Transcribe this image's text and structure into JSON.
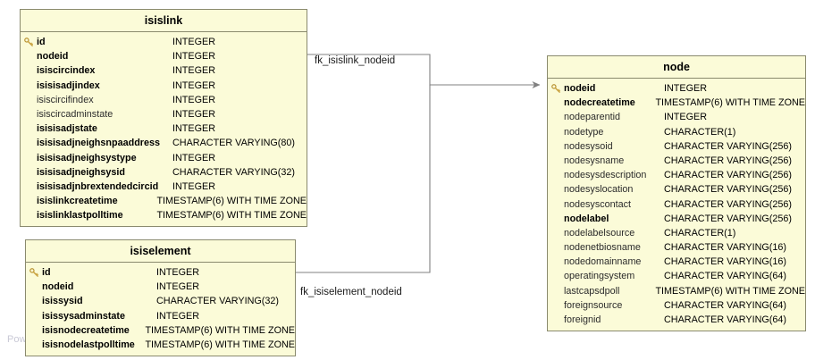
{
  "diagram": {
    "type": "er-diagram",
    "watermark": "Pow",
    "background_color": "#ffffff",
    "table_fill_color": "#fbfbd8",
    "table_border_color": "#8a8a6e",
    "connector_color": "#808080",
    "key_icon_color": "#c8a03c"
  },
  "tables": [
    {
      "id": "isislink",
      "name": "isislink",
      "columns": [
        {
          "key": true,
          "name": "id",
          "type": "INTEGER",
          "notnull": true
        },
        {
          "key": false,
          "name": "nodeid",
          "type": "INTEGER",
          "notnull": true
        },
        {
          "key": false,
          "name": "isiscircindex",
          "type": "INTEGER",
          "notnull": true
        },
        {
          "key": false,
          "name": "isisisadjindex",
          "type": "INTEGER",
          "notnull": true
        },
        {
          "key": false,
          "name": "isiscircifindex",
          "type": "INTEGER",
          "notnull": false
        },
        {
          "key": false,
          "name": "isiscircadminstate",
          "type": "INTEGER",
          "notnull": false
        },
        {
          "key": false,
          "name": "isisisadjstate",
          "type": "INTEGER",
          "notnull": true
        },
        {
          "key": false,
          "name": "isisisadjneighsnpaaddress",
          "type": "CHARACTER VARYING(80)",
          "notnull": true
        },
        {
          "key": false,
          "name": "isisisadjneighsystype",
          "type": "INTEGER",
          "notnull": true
        },
        {
          "key": false,
          "name": "isisisadjneighsysid",
          "type": "CHARACTER VARYING(32)",
          "notnull": true
        },
        {
          "key": false,
          "name": "isisisadjnbrextendedcircid",
          "type": "INTEGER",
          "notnull": true
        },
        {
          "key": false,
          "name": "isislinkcreatetime",
          "type": "TIMESTAMP(6) WITH TIME ZONE",
          "notnull": true
        },
        {
          "key": false,
          "name": "isislinklastpolltime",
          "type": "TIMESTAMP(6) WITH TIME ZONE",
          "notnull": true
        }
      ]
    },
    {
      "id": "isiselement",
      "name": "isiselement",
      "columns": [
        {
          "key": true,
          "name": "id",
          "type": "INTEGER",
          "notnull": true
        },
        {
          "key": false,
          "name": "nodeid",
          "type": "INTEGER",
          "notnull": true
        },
        {
          "key": false,
          "name": "isissysid",
          "type": "CHARACTER VARYING(32)",
          "notnull": true
        },
        {
          "key": false,
          "name": "isissysadminstate",
          "type": "INTEGER",
          "notnull": true
        },
        {
          "key": false,
          "name": "isisnodecreatetime",
          "type": "TIMESTAMP(6) WITH TIME ZONE",
          "notnull": true
        },
        {
          "key": false,
          "name": "isisnodelastpolltime",
          "type": "TIMESTAMP(6) WITH TIME ZONE",
          "notnull": true
        }
      ]
    },
    {
      "id": "node",
      "name": "node",
      "columns": [
        {
          "key": true,
          "name": "nodeid",
          "type": "INTEGER",
          "notnull": true
        },
        {
          "key": false,
          "name": "nodecreatetime",
          "type": "TIMESTAMP(6) WITH TIME ZONE",
          "notnull": true
        },
        {
          "key": false,
          "name": "nodeparentid",
          "type": "INTEGER",
          "notnull": false
        },
        {
          "key": false,
          "name": "nodetype",
          "type": "CHARACTER(1)",
          "notnull": false
        },
        {
          "key": false,
          "name": "nodesysoid",
          "type": "CHARACTER VARYING(256)",
          "notnull": false
        },
        {
          "key": false,
          "name": "nodesysname",
          "type": "CHARACTER VARYING(256)",
          "notnull": false
        },
        {
          "key": false,
          "name": "nodesysdescription",
          "type": "CHARACTER VARYING(256)",
          "notnull": false
        },
        {
          "key": false,
          "name": "nodesyslocation",
          "type": "CHARACTER VARYING(256)",
          "notnull": false
        },
        {
          "key": false,
          "name": "nodesyscontact",
          "type": "CHARACTER VARYING(256)",
          "notnull": false
        },
        {
          "key": false,
          "name": "nodelabel",
          "type": "CHARACTER VARYING(256)",
          "notnull": true
        },
        {
          "key": false,
          "name": "nodelabelsource",
          "type": "CHARACTER(1)",
          "notnull": false
        },
        {
          "key": false,
          "name": "nodenetbiosname",
          "type": "CHARACTER VARYING(16)",
          "notnull": false
        },
        {
          "key": false,
          "name": "nodedomainname",
          "type": "CHARACTER VARYING(16)",
          "notnull": false
        },
        {
          "key": false,
          "name": "operatingsystem",
          "type": "CHARACTER VARYING(64)",
          "notnull": false
        },
        {
          "key": false,
          "name": "lastcapsdpoll",
          "type": "TIMESTAMP(6) WITH TIME ZONE",
          "notnull": false
        },
        {
          "key": false,
          "name": "foreignsource",
          "type": "CHARACTER VARYING(64)",
          "notnull": false
        },
        {
          "key": false,
          "name": "foreignid",
          "type": "CHARACTER VARYING(64)",
          "notnull": false
        }
      ]
    }
  ],
  "relationships": [
    {
      "id": "fk_isislink_nodeid",
      "label": "fk_isislink_nodeid",
      "from": "isislink",
      "to": "node",
      "from_column": "nodeid",
      "to_column": "nodeid"
    },
    {
      "id": "fk_isiselement_nodeid",
      "label": "fk_isiselement_nodeid",
      "from": "isiselement",
      "to": "node",
      "from_column": "nodeid",
      "to_column": "nodeid"
    }
  ]
}
